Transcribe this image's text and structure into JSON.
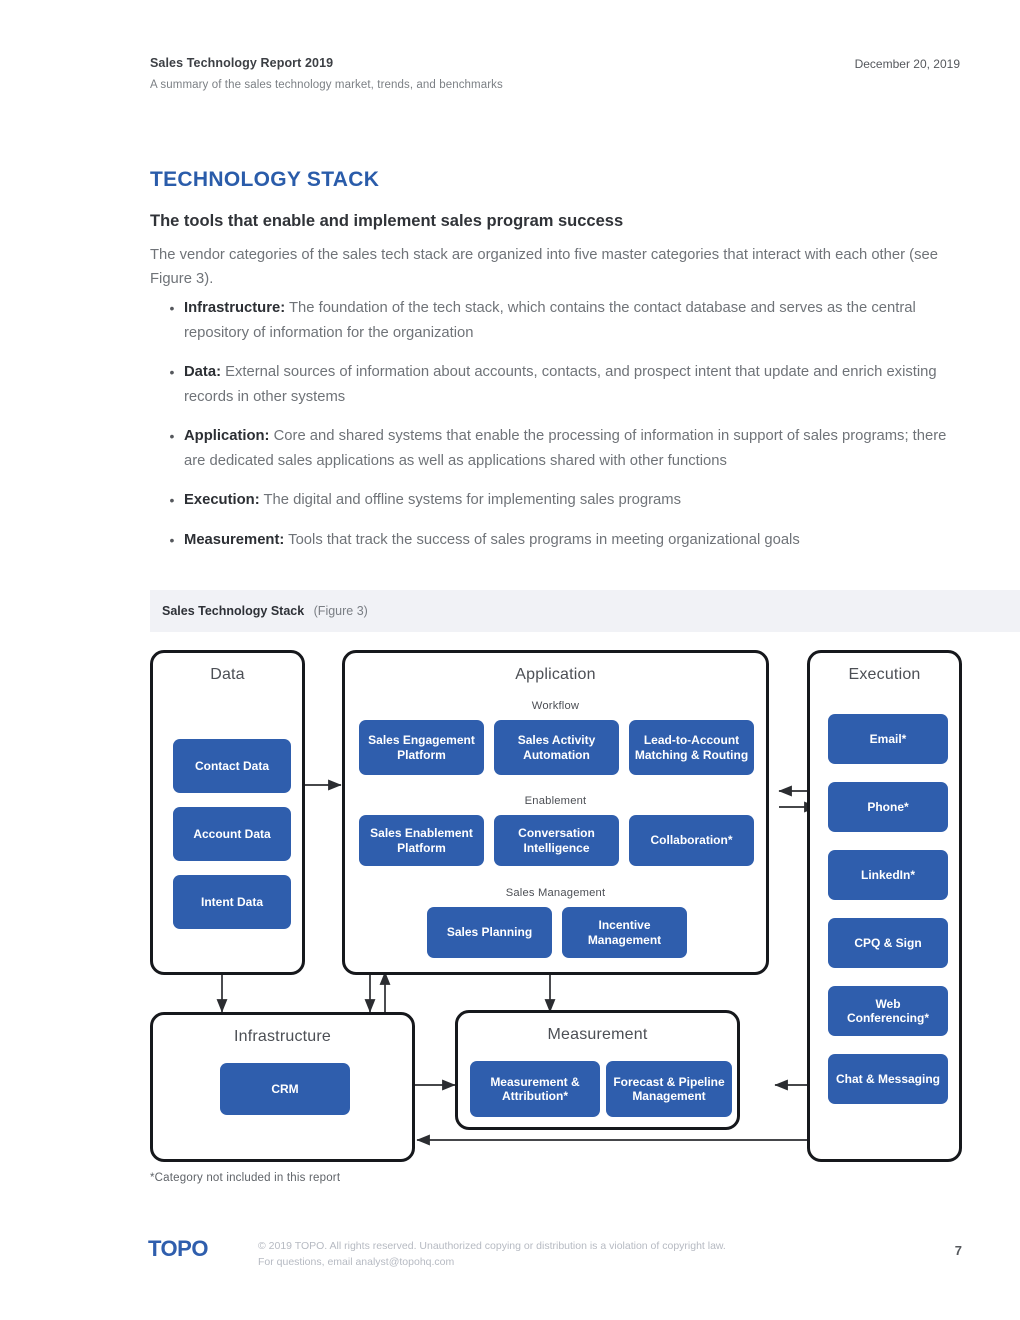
{
  "header": {
    "title": "Sales Technology Report 2019",
    "date": "December 20, 2019",
    "subtitle": "A summary of the sales technology market, trends, and benchmarks"
  },
  "section": {
    "heading": "TECHNOLOGY STACK",
    "subheading": "The tools that enable and implement sales program success",
    "intro": "The vendor categories of the sales tech stack are organized into five master categories that interact with each other (see Figure 3)."
  },
  "bullets": [
    {
      "marker": "•",
      "term": "Infrastructure:",
      "text": " The foundation of the tech stack, which contains the contact database and serves as the central repository of information for the organization"
    },
    {
      "marker": "•",
      "term": "Data:",
      "text": " External sources of information about accounts, contacts, and prospect intent that update and enrich existing records in other systems"
    },
    {
      "marker": "•",
      "term": "Application:",
      "text": " Core and shared systems that enable the processing of information in support of sales programs; there are dedicated sales applications as well as applications shared with other functions"
    },
    {
      "marker": "•",
      "term": "Execution:",
      "text": " The digital and offline systems for implementing sales programs"
    },
    {
      "marker": "•",
      "term": "Measurement:",
      "text": " Tools that track the success of sales programs in meeting organizational goals"
    }
  ],
  "figure": {
    "caption_title": "Sales Technology Stack",
    "caption_number": "(Figure 3)",
    "footnote": "*Category not included in this report",
    "accent_color": "#2f5ead",
    "groups": {
      "data": {
        "title": "Data",
        "chips": [
          "Contact Data",
          "Account Data",
          "Intent Data"
        ]
      },
      "application": {
        "title": "Application",
        "subgroups": [
          {
            "label": "Workflow",
            "chips": [
              "Sales Engagement Platform",
              "Sales Activity Automation",
              "Lead-to-Account Matching & Routing"
            ]
          },
          {
            "label": "Enablement",
            "chips": [
              "Sales Enablement Platform",
              "Conversation Intelligence",
              "Collaboration*"
            ]
          },
          {
            "label": "Sales Management",
            "chips": [
              "Sales Planning",
              "Incentive Management"
            ]
          }
        ]
      },
      "execution": {
        "title": "Execution",
        "chips": [
          "Email*",
          "Phone*",
          "LinkedIn*",
          "CPQ & Sign",
          "Web Conferencing*",
          "Chat & Messaging"
        ]
      },
      "infrastructure": {
        "title": "Infrastructure",
        "chips": [
          "CRM"
        ]
      },
      "measurement": {
        "title": "Measurement",
        "chips": [
          "Measurement & Attribution*",
          "Forecast & Pipeline Management"
        ]
      }
    }
  },
  "footer": {
    "logo": "TOPO",
    "copyright_line1": "© 2019 TOPO. All rights reserved. Unauthorized copying or distribution is a violation of copyright law.",
    "copyright_line2": "For questions, email analyst@topohq.com",
    "page_number": "7"
  }
}
